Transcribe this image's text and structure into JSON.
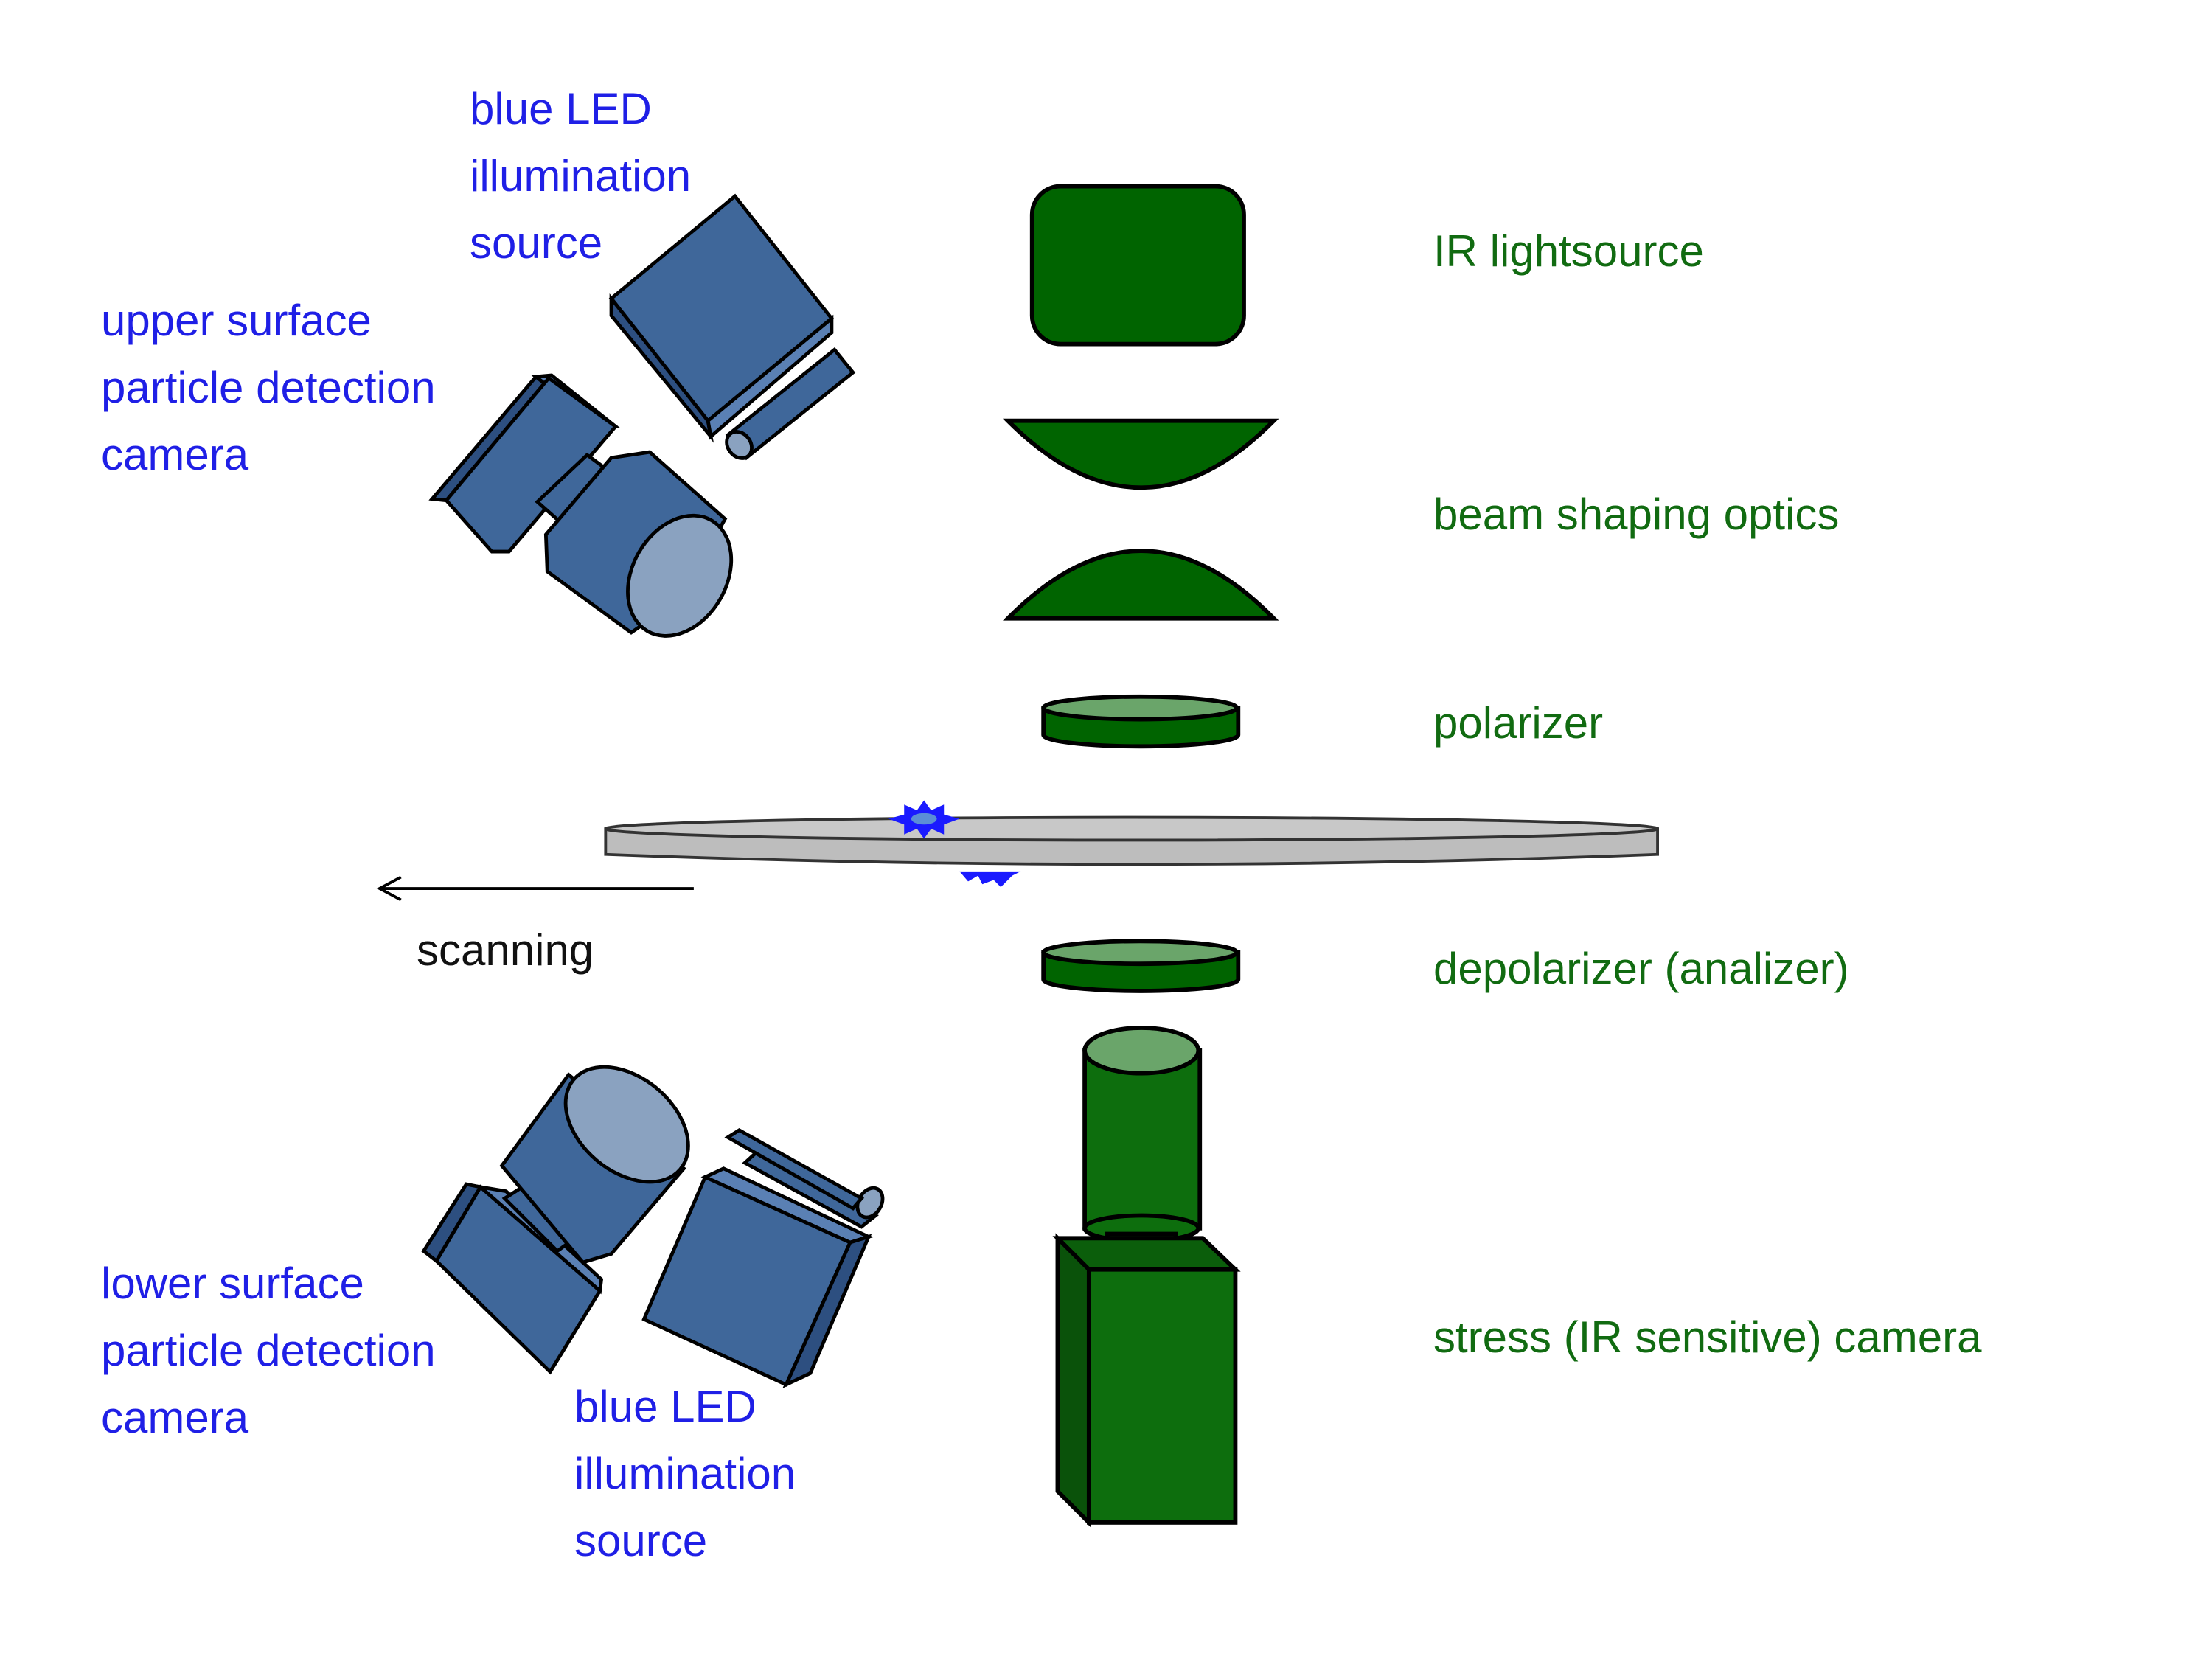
{
  "labels": {
    "upper_led": "blue LED\nillumination\nsource",
    "upper_camera": "upper surface\nparticle detection\ncamera",
    "lower_camera": "lower surface\nparticle detection\ncamera",
    "lower_led": "blue LED\nillumination\nsource",
    "scanning": "scanning",
    "ir_lightsource": "IR lightsource",
    "beam_shaping": "beam shaping optics",
    "polarizer": "polarizer",
    "depolarizer": "depolarizer (analizer)",
    "stress_camera": "stress (IR sensitive) camera"
  },
  "colors": {
    "label_blue": "#1f1fe6",
    "label_green": "#116b11",
    "device_blue": "#3f679a",
    "device_blue_light": "#8aa2c0",
    "optics_green": "#006400",
    "optics_green_light": "#6aa56a",
    "wafer_gray": "#bdbdbd",
    "particle_blue": "#1a1aff"
  }
}
